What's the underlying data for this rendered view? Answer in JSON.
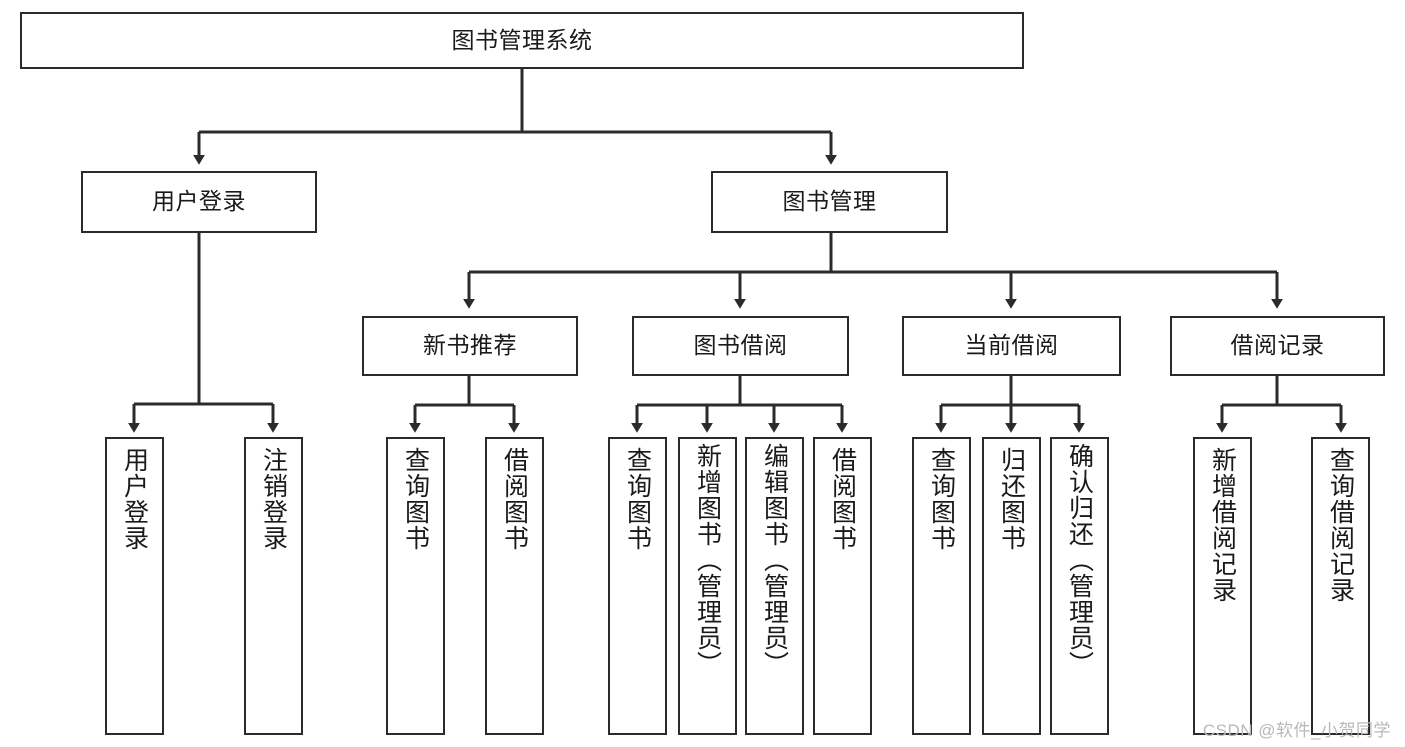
{
  "diagram": {
    "title": "图书管理系统",
    "watermark": "CSDN @软件_小贺同学",
    "line_color": "#2b2b2b",
    "box_fill": "#ffffff",
    "text_color": "#1a1a1a"
  },
  "nodes": {
    "root": {
      "label": "图书管理系统"
    },
    "level2": [
      {
        "label": "用户登录"
      },
      {
        "label": "图书管理"
      }
    ],
    "level3": [
      {
        "label": "新书推荐"
      },
      {
        "label": "图书借阅"
      },
      {
        "label": "当前借阅"
      },
      {
        "label": "借阅记录"
      }
    ],
    "leaves": {
      "user_login": [
        {
          "label": "用户登录"
        },
        {
          "label": "注销登录"
        }
      ],
      "new_book_recommend": [
        {
          "label": "查询图书"
        },
        {
          "label": "借阅图书"
        }
      ],
      "book_borrow": [
        {
          "label": "查询图书"
        },
        {
          "label": "新增图书（管理员）"
        },
        {
          "label": "编辑图书（管理员）"
        },
        {
          "label": "借阅图书"
        }
      ],
      "current_borrow": [
        {
          "label": "查询图书"
        },
        {
          "label": "归还图书"
        },
        {
          "label": "确认归还（管理员）"
        }
      ],
      "borrow_record": [
        {
          "label": "新增借阅记录"
        },
        {
          "label": "查询借阅记录"
        }
      ]
    }
  }
}
